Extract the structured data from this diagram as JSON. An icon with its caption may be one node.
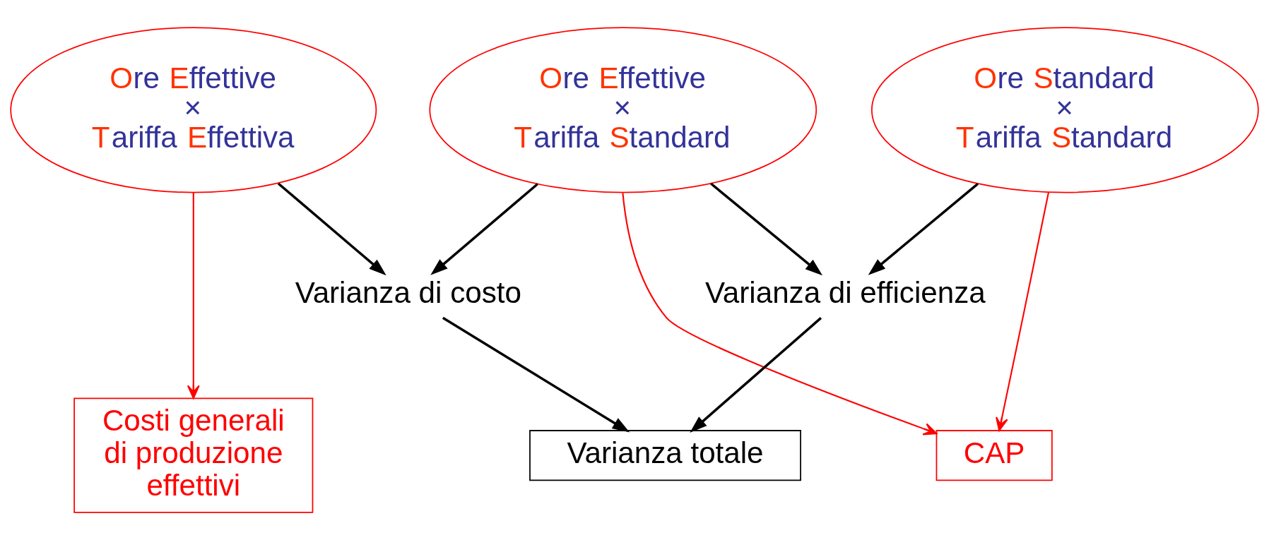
{
  "diagram": {
    "nodes": [
      {
        "text": [
          "Ore Effettive × Tariffa Effettiva"
        ]
      },
      {
        "text": [
          "Ore Effettive × Tariffa Standard"
        ]
      },
      {
        "text": [
          "Ore Standard × Tariffa Standard"
        ]
      },
      {
        "text": [
          "Varianza di costo"
        ]
      },
      {
        "text": [
          "Varianza di efficienza"
        ]
      },
      {
        "text": [
          "Varianza totale"
        ]
      },
      {
        "text": [
          "Costi generali di produzione effettivi"
        ]
      },
      {
        "text": [
          "CAP"
        ]
      }
    ],
    "edges": [
      {
        "from": 0,
        "to": 3,
        "arrow": "to"
      },
      {
        "from": 1,
        "to": 3,
        "arrow": "to"
      },
      {
        "from": 1,
        "to": 4,
        "arrow": "to"
      },
      {
        "from": 2,
        "to": 4,
        "arrow": "to"
      },
      {
        "from": 3,
        "to": 5,
        "arrow": "to"
      },
      {
        "from": 4,
        "to": 5,
        "arrow": "to"
      },
      {
        "from": 0,
        "to": 6,
        "arrow": "to",
        "color": "#ff0000"
      },
      {
        "from": 1,
        "to": 7,
        "arrow": "to",
        "color": "#ff0000"
      },
      {
        "from": 2,
        "to": 7,
        "arrow": "to",
        "color": "#ff0000"
      }
    ]
  }
}
